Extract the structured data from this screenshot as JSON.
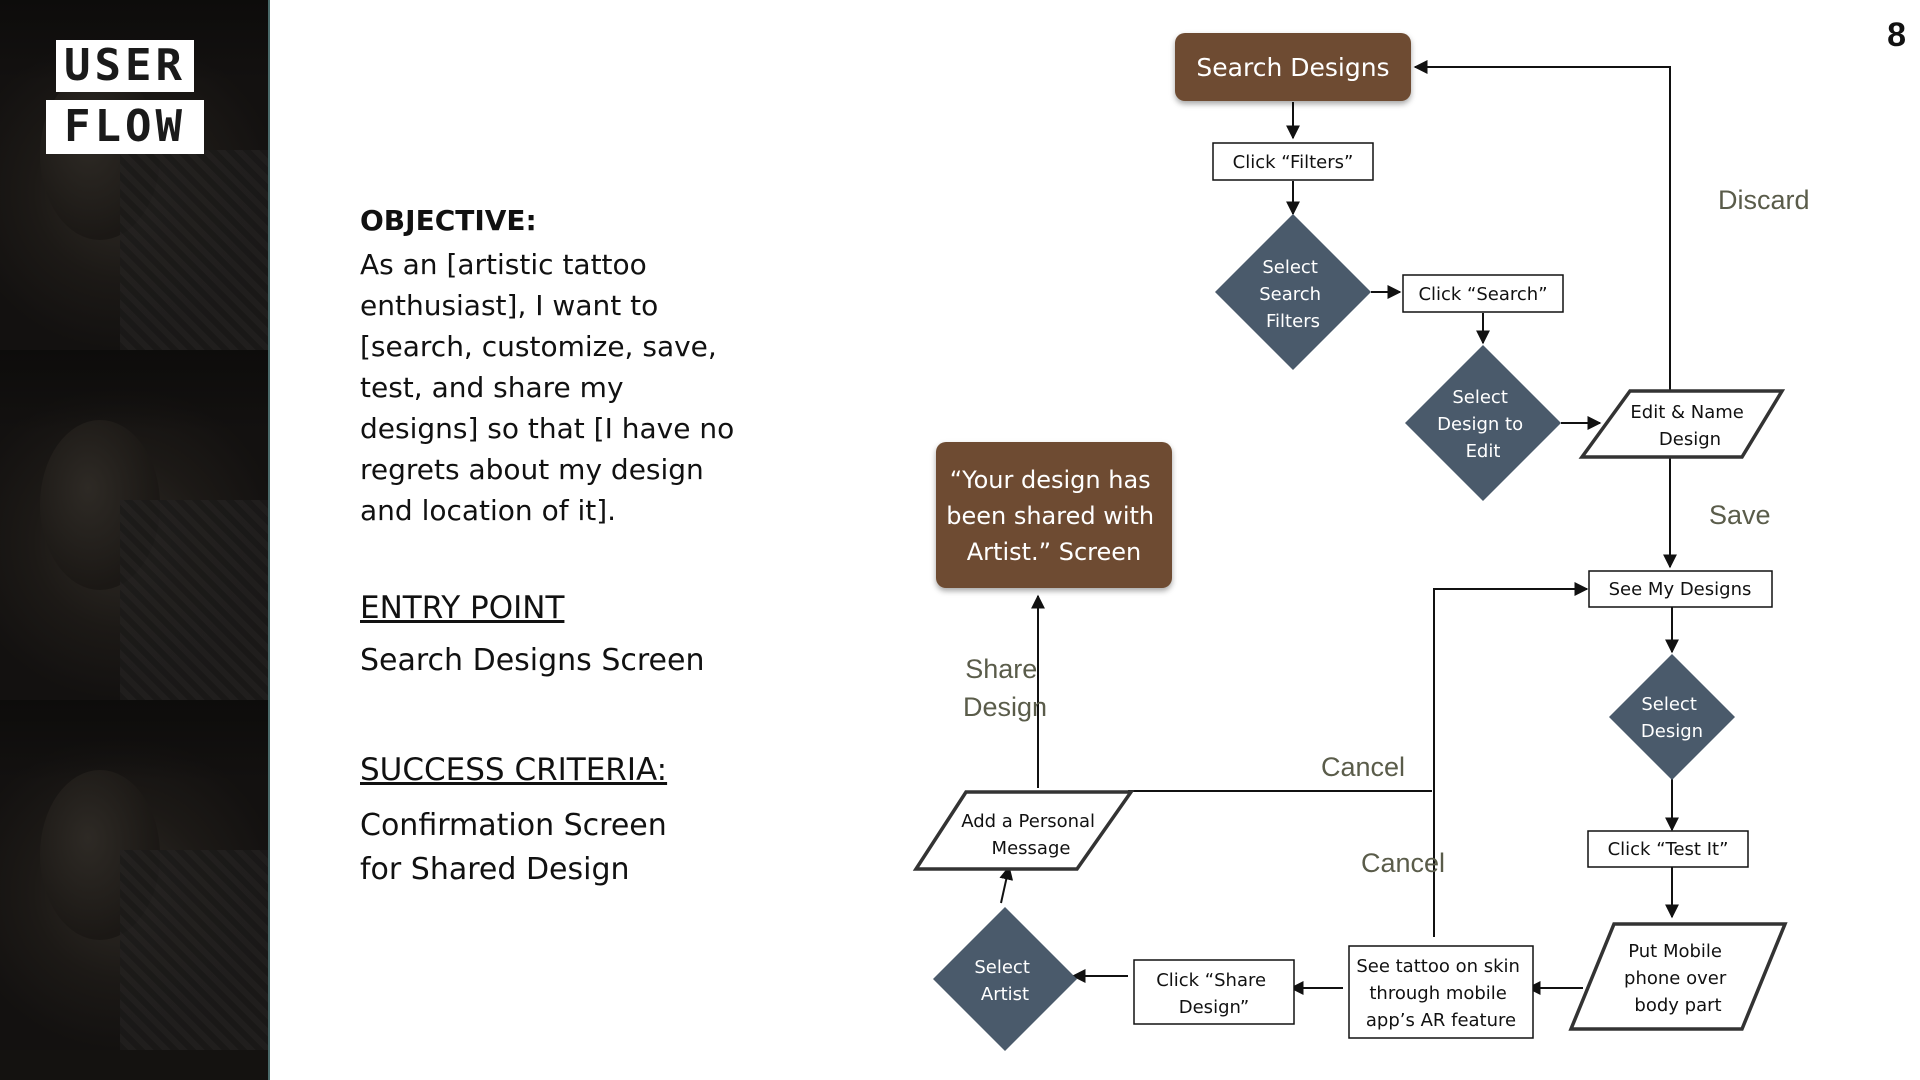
{
  "logo": {
    "line1": "USER",
    "line2": "FLOW"
  },
  "page_number": "8",
  "objective": {
    "heading": "OBJECTIVE:",
    "text": "As an [artistic tattoo enthusiast], I want to [search, customize, save, test, and share my designs]  so that [I have no regrets about my design and location of it]."
  },
  "entry_point": {
    "heading": "ENTRY POINT",
    "text": "Search Designs Screen"
  },
  "success_criteria": {
    "heading": "SUCCESS CRITERIA:",
    "text": "Confirmation Screen for Shared Design"
  },
  "colors": {
    "terminal": "#6e4b30",
    "decision": "#4a5a6b",
    "edge_label": "#5a5c4a"
  },
  "flow": {
    "search_designs": "Search Designs",
    "click_filters": "Click “Filters”",
    "select_search_filters": [
      "Select",
      "Search",
      "Filters"
    ],
    "click_search": "Click “Search”",
    "select_design_to_edit": [
      "Select",
      "Design to",
      "Edit"
    ],
    "edit_name_design": [
      "Edit & Name",
      "Design"
    ],
    "see_my_designs": "See My Designs",
    "select_design": [
      "Select",
      "Design"
    ],
    "click_test_it": "Click “Test It”",
    "put_mobile": [
      "Put Mobile",
      "phone over",
      "body part"
    ],
    "see_tattoo": [
      "See tattoo on skin",
      "through mobile",
      "app’s AR feature"
    ],
    "click_share_design": [
      "Click “Share",
      "Design”"
    ],
    "select_artist": [
      "Select",
      "Artist"
    ],
    "add_personal_message": [
      "Add a Personal",
      "Message"
    ],
    "confirmation": [
      "“Your design has",
      "been shared with",
      "Artist.” Screen"
    ],
    "label_discard": "Discard",
    "label_save": "Save",
    "label_share_design": [
      "Share",
      "Design"
    ],
    "label_cancel_top": "Cancel",
    "label_cancel_bottom": "Cancel"
  }
}
